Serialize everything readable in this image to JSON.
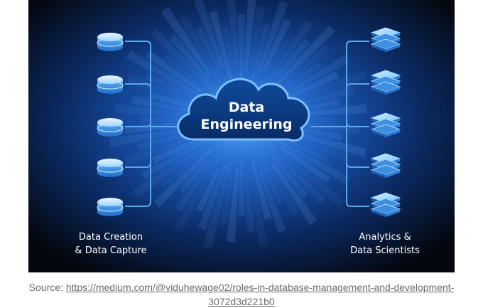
{
  "diagram": {
    "center_label": [
      "Data",
      "Engineering"
    ],
    "left_label": [
      "Data Creation",
      "& Data Capture"
    ],
    "right_label": [
      "Analytics &",
      "Data Scientists"
    ],
    "left_node_icon": "database-disk-icon",
    "right_node_icon": "server-stack-icon",
    "left_node_count": 5,
    "right_node_count": 5,
    "colors": {
      "background_dark": "#05080f",
      "background_glow": "#1b5fc6",
      "connector": "#5aa6e8",
      "cloud_fill": "#0c3f86",
      "cloud_stroke": "#7cc0ff",
      "label": "#ffffff"
    }
  },
  "caption": {
    "prefix": "Source: ",
    "link_text_line1": "https://medium.com/@viduhewage02/roles-in-database-management-and-development-",
    "link_text_line2": "3072d3d221b0"
  }
}
